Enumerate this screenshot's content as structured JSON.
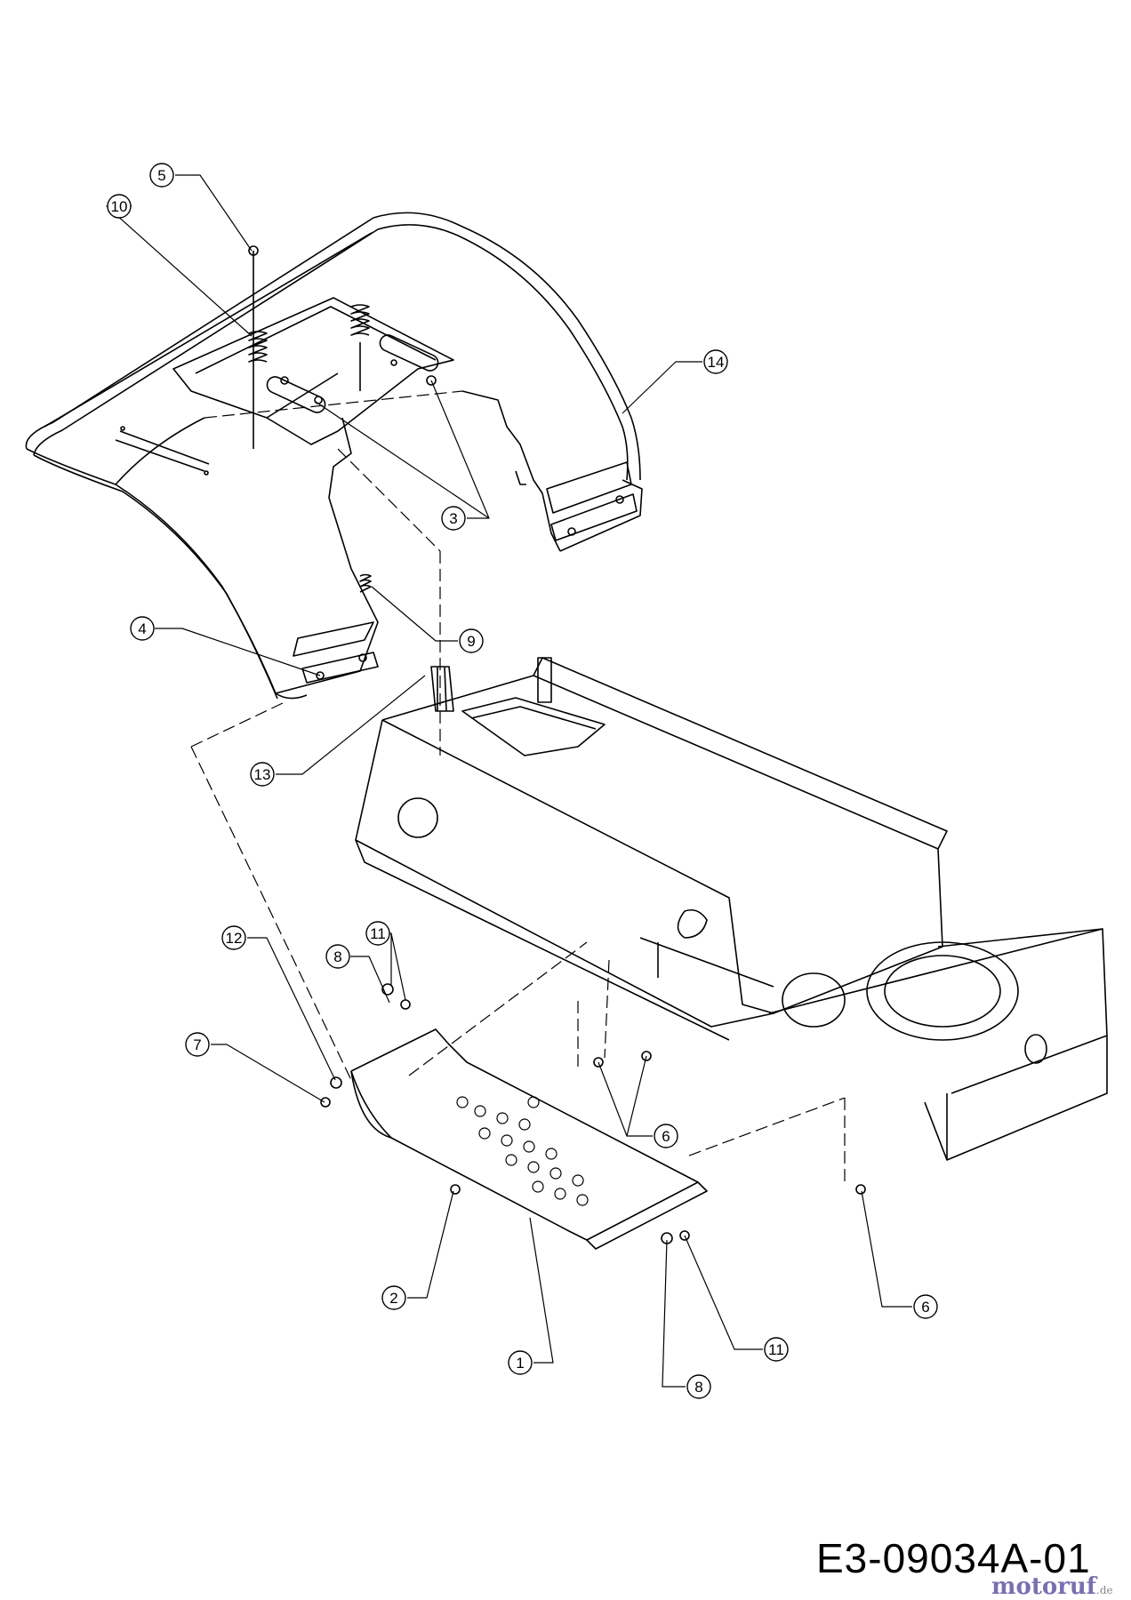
{
  "callouts": [
    {
      "id": "c5",
      "label": "5"
    },
    {
      "id": "c10",
      "label": "10"
    },
    {
      "id": "c14",
      "label": "14"
    },
    {
      "id": "c3",
      "label": "3"
    },
    {
      "id": "c9",
      "label": "9"
    },
    {
      "id": "c4",
      "label": "4"
    },
    {
      "id": "c13",
      "label": "13"
    },
    {
      "id": "c11a",
      "label": "11"
    },
    {
      "id": "c8a",
      "label": "8"
    },
    {
      "id": "c12",
      "label": "12"
    },
    {
      "id": "c7",
      "label": "7"
    },
    {
      "id": "c6a",
      "label": "6"
    },
    {
      "id": "c6b",
      "label": "6"
    },
    {
      "id": "c2",
      "label": "2"
    },
    {
      "id": "c1",
      "label": "1"
    },
    {
      "id": "c11b",
      "label": "11"
    },
    {
      "id": "c8b",
      "label": "8"
    }
  ],
  "diagram_code": "E3-09034A-01",
  "watermark": {
    "text": "motoruf",
    "suffix": ".de"
  },
  "colors": {
    "line": "#000000",
    "background": "#ffffff"
  }
}
